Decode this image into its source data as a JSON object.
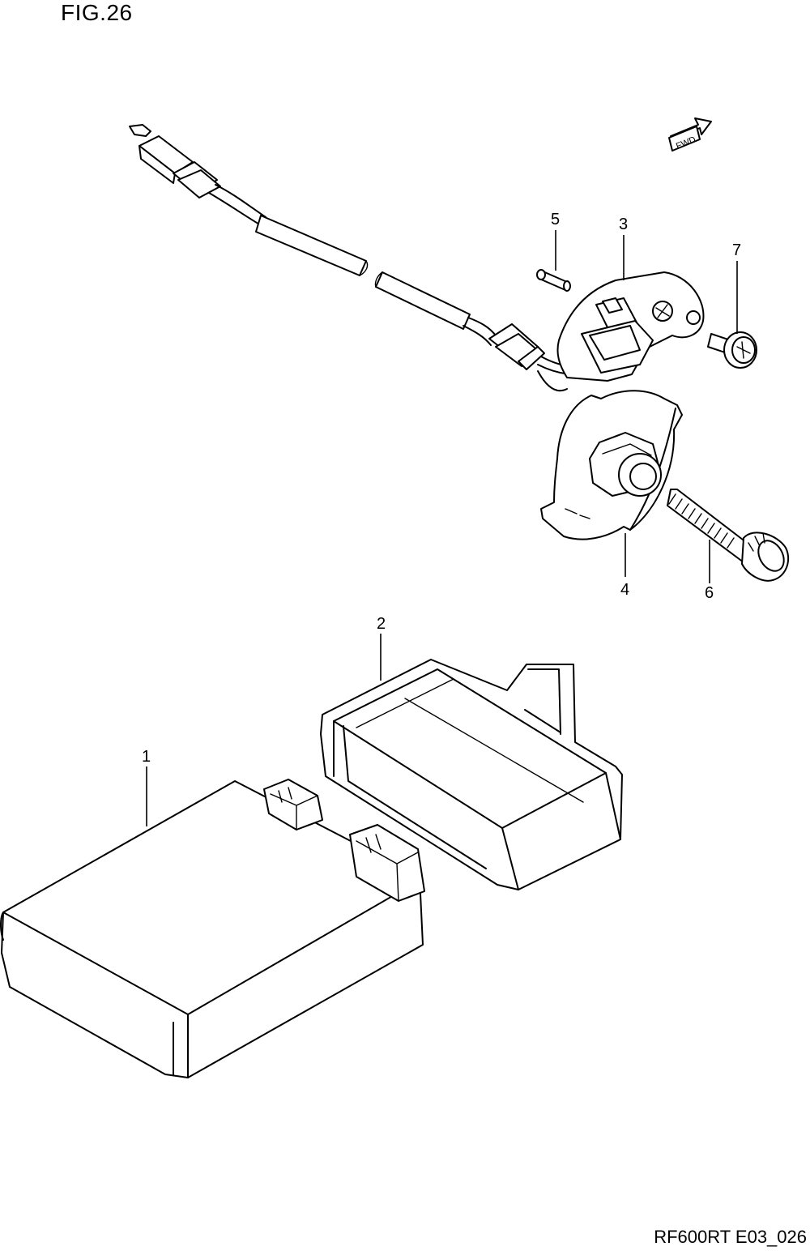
{
  "figure": {
    "title": "FIG.26",
    "code": "RF600RT E03_026",
    "direction_marker": "FWD"
  },
  "callouts": [
    {
      "id": "1",
      "label": "1"
    },
    {
      "id": "2",
      "label": "2"
    },
    {
      "id": "3",
      "label": "3"
    },
    {
      "id": "4",
      "label": "4"
    },
    {
      "id": "5",
      "label": "5"
    },
    {
      "id": "6",
      "label": "6"
    },
    {
      "id": "7",
      "label": "7"
    }
  ]
}
